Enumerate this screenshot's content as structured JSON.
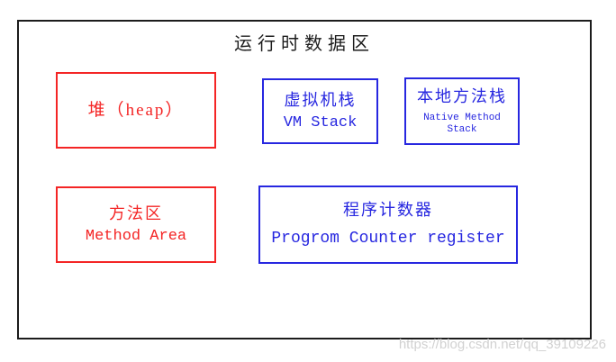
{
  "title": "运行时数据区",
  "colors": {
    "outline": "#1c1c1c",
    "title_color": "#1c1c1c",
    "red": "#f42525",
    "blue": "#2727e0",
    "watermark_color": "#cdcdcd"
  },
  "boxes": {
    "heap": {
      "line1": "堆（heap）"
    },
    "vm_stack": {
      "line1": "虚拟机栈",
      "line2": "VM Stack"
    },
    "native_method_stack": {
      "line1": "本地方法栈",
      "line2": "Native Method Stack"
    },
    "method_area": {
      "line1": "方法区",
      "line2": "Method Area"
    },
    "program_counter": {
      "line1": "程序计数器",
      "line2": "Progrom Counter register"
    }
  },
  "watermark": "https://blog.csdn.net/qq_39109226"
}
